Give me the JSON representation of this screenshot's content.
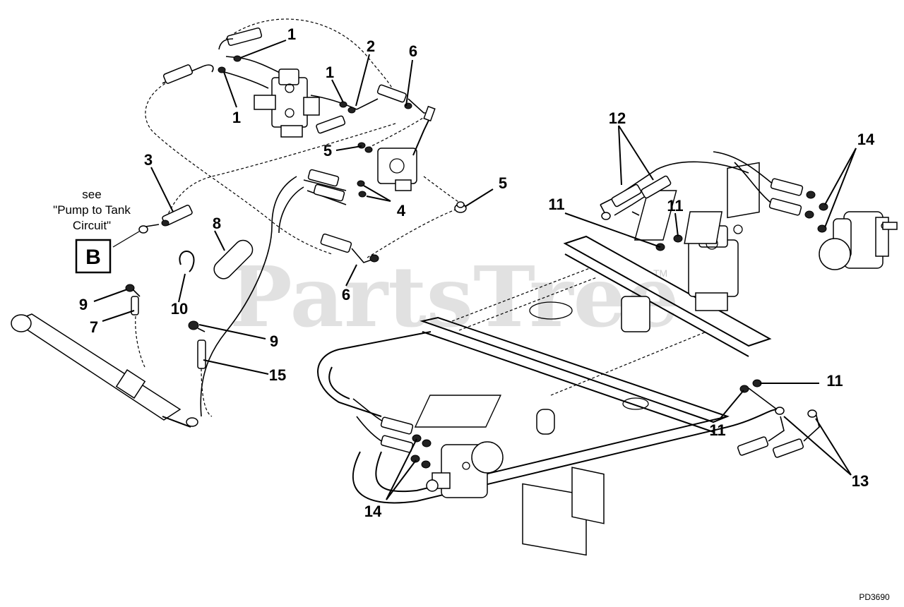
{
  "diagram": {
    "callouts": {
      "c1a": "1",
      "c1b": "1",
      "c1c": "1",
      "c2": "2",
      "c6a": "6",
      "c3": "3",
      "c5a": "5",
      "c5b": "5",
      "c4": "4",
      "c8": "8",
      "c6b": "6",
      "c9a": "9",
      "c7": "7",
      "c10": "10",
      "c9b": "9",
      "c15": "15",
      "c12": "12",
      "c14a": "14",
      "c11a": "11",
      "c11b": "11",
      "c11c": "11",
      "c11d": "11",
      "c13": "13",
      "c14b": "14"
    },
    "note": {
      "line1": "see",
      "line2": "\"Pump to Tank",
      "line3": "Circuit\"",
      "box_letter": "B"
    },
    "watermark": "PartsTree",
    "trademark": "TM",
    "drawing_id": "PD3690"
  }
}
